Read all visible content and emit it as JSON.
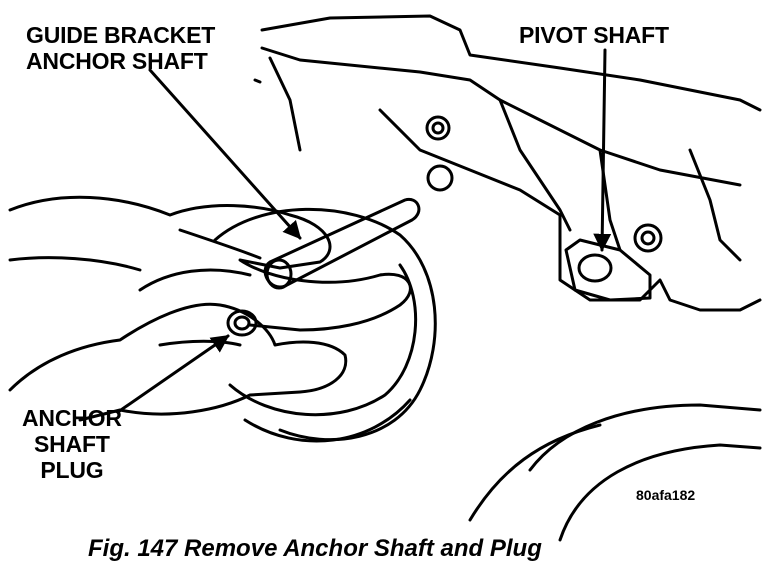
{
  "labels": {
    "guide_bracket": [
      "GUIDE BRACKET",
      "ANCHOR SHAFT"
    ],
    "pivot_shaft": "PIVOT SHAFT",
    "anchor_shaft_plug": [
      "ANCHOR",
      "SHAFT",
      "PLUG"
    ]
  },
  "image_code": "80afa182",
  "caption": "Fig. 147 Remove Anchor Shaft and Plug",
  "colors": {
    "ink": "#000000",
    "paper": "#ffffff"
  }
}
